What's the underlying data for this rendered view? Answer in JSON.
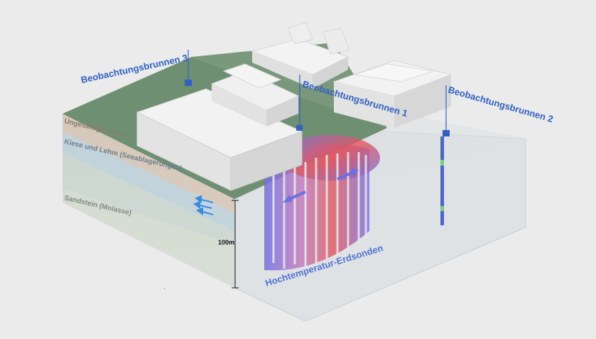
{
  "labels": {
    "well3": "Beobachtungsbrunnen 3",
    "well1": "Beobachtungsbrunnen 1",
    "well2": "Beobachtungsbrunnen 2",
    "probes": "Hochtemperatur-Erdsonden"
  },
  "layers": {
    "unsaturated": "Ungesättigte Zone",
    "gravel": "Kiese und Lehm (Seeablagerungen)",
    "sandstone": "Sandstein (Molasse)"
  },
  "depth_label": "100m",
  "colors": {
    "well_label": "#2f5fc4",
    "hot": "#e2555c",
    "cool": "#6f6fe0",
    "grass": "#6f8f72",
    "groundwater_arrows": "#3a8be0"
  }
}
